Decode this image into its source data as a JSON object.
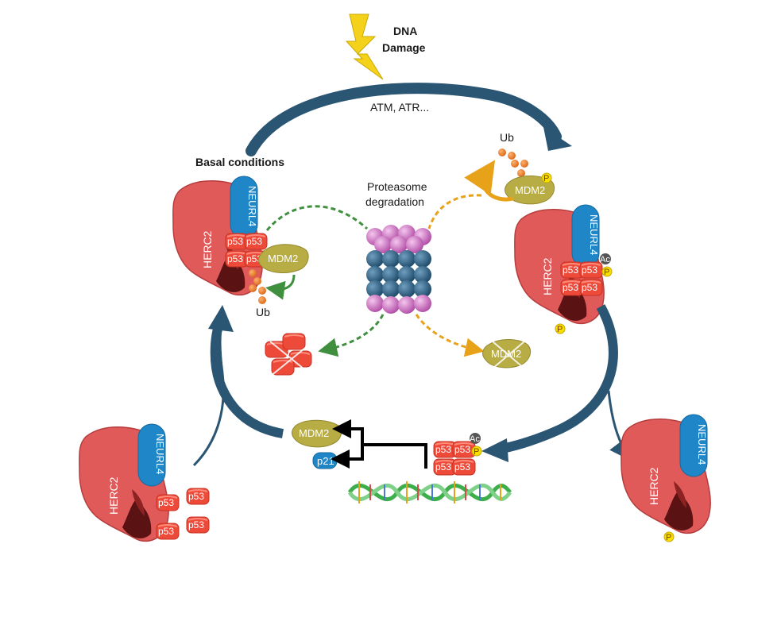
{
  "labels": {
    "dna_damage_line1": "DNA",
    "dna_damage_line2": "Damage",
    "kinases": "ATM, ATR...",
    "basal_conditions": "Basal conditions",
    "proteasome_line1": "Proteasome",
    "proteasome_line2": "degradation",
    "ub": "Ub",
    "herc2": "HERC2",
    "neurl4": "NEURL4",
    "p53": "p53",
    "mdm2": "MDM2",
    "p21": "p21",
    "phospho": "P",
    "acetyl": "Ac"
  },
  "colors": {
    "herc2": "#e05a5a",
    "herc2_dark": "#5a1212",
    "neurl4": "#1f86c8",
    "p53": "#ee4a3a",
    "mdm2": "#b8ac45",
    "ub": "#f0842a",
    "arrow_main": "#2a5573",
    "basal_dashed": "#3f8f3f",
    "damage_dashed": "#e8a21a",
    "proteasome_cap": "#d67cc6",
    "proteasome_core": "#2c5f82",
    "lightning": "#f4d21c",
    "phospho": "#f7e000",
    "acetyl": "#555555"
  }
}
